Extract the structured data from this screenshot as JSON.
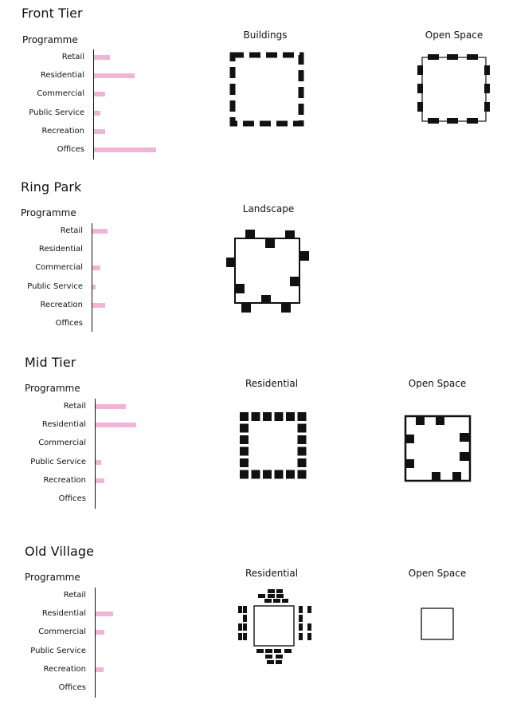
{
  "colors": {
    "bar": "#f1b4d6",
    "ink": "#111111"
  },
  "sections": [
    {
      "title": "Front Tier",
      "programme_label": "Programme",
      "programme": [
        {
          "label": "Retail",
          "value": 20
        },
        {
          "label": "Residential",
          "value": 51
        },
        {
          "label": "Commercial",
          "value": 14
        },
        {
          "label": "Public Service",
          "value": 8
        },
        {
          "label": "Recreation",
          "value": 14
        },
        {
          "label": "Offices",
          "value": 78
        }
      ],
      "diagrams": [
        {
          "title": "Buildings",
          "style": "dashed-square"
        },
        {
          "title": "Open Space",
          "style": "blocks-on-top-bottom-left-right"
        }
      ]
    },
    {
      "title": "Ring Park",
      "programme_label": "Programme",
      "programme": [
        {
          "label": "Retail",
          "value": 19
        },
        {
          "label": "Residential",
          "value": 0
        },
        {
          "label": "Commercial",
          "value": 10
        },
        {
          "label": "Public Service",
          "value": 4
        },
        {
          "label": "Recreation",
          "value": 16
        },
        {
          "label": "Offices",
          "value": 0
        }
      ],
      "diagrams": [
        {
          "title": "Landscape",
          "style": "scattered-blocks"
        }
      ]
    },
    {
      "title": "Mid Tier",
      "programme_label": "Programme",
      "programme": [
        {
          "label": "Retail",
          "value": 38
        },
        {
          "label": "Residential",
          "value": 51
        },
        {
          "label": "Commercial",
          "value": 0
        },
        {
          "label": "Public Service",
          "value": 7
        },
        {
          "label": "Recreation",
          "value": 11
        },
        {
          "label": "Offices",
          "value": 0
        }
      ],
      "diagrams": [
        {
          "title": "Residential",
          "style": "perimeter-blocks"
        },
        {
          "title": "Open Space",
          "style": "square-with-blocks"
        }
      ]
    },
    {
      "title": "Old Village",
      "programme_label": "Programme",
      "programme": [
        {
          "label": "Retail",
          "value": 0
        },
        {
          "label": "Residential",
          "value": 22
        },
        {
          "label": "Commercial",
          "value": 11
        },
        {
          "label": "Public Service",
          "value": 0
        },
        {
          "label": "Recreation",
          "value": 10
        },
        {
          "label": "Offices",
          "value": 0
        }
      ],
      "diagrams": [
        {
          "title": "Residential",
          "style": "clustered-blocks"
        },
        {
          "title": "Open Space",
          "style": "plain-square"
        }
      ]
    }
  ]
}
